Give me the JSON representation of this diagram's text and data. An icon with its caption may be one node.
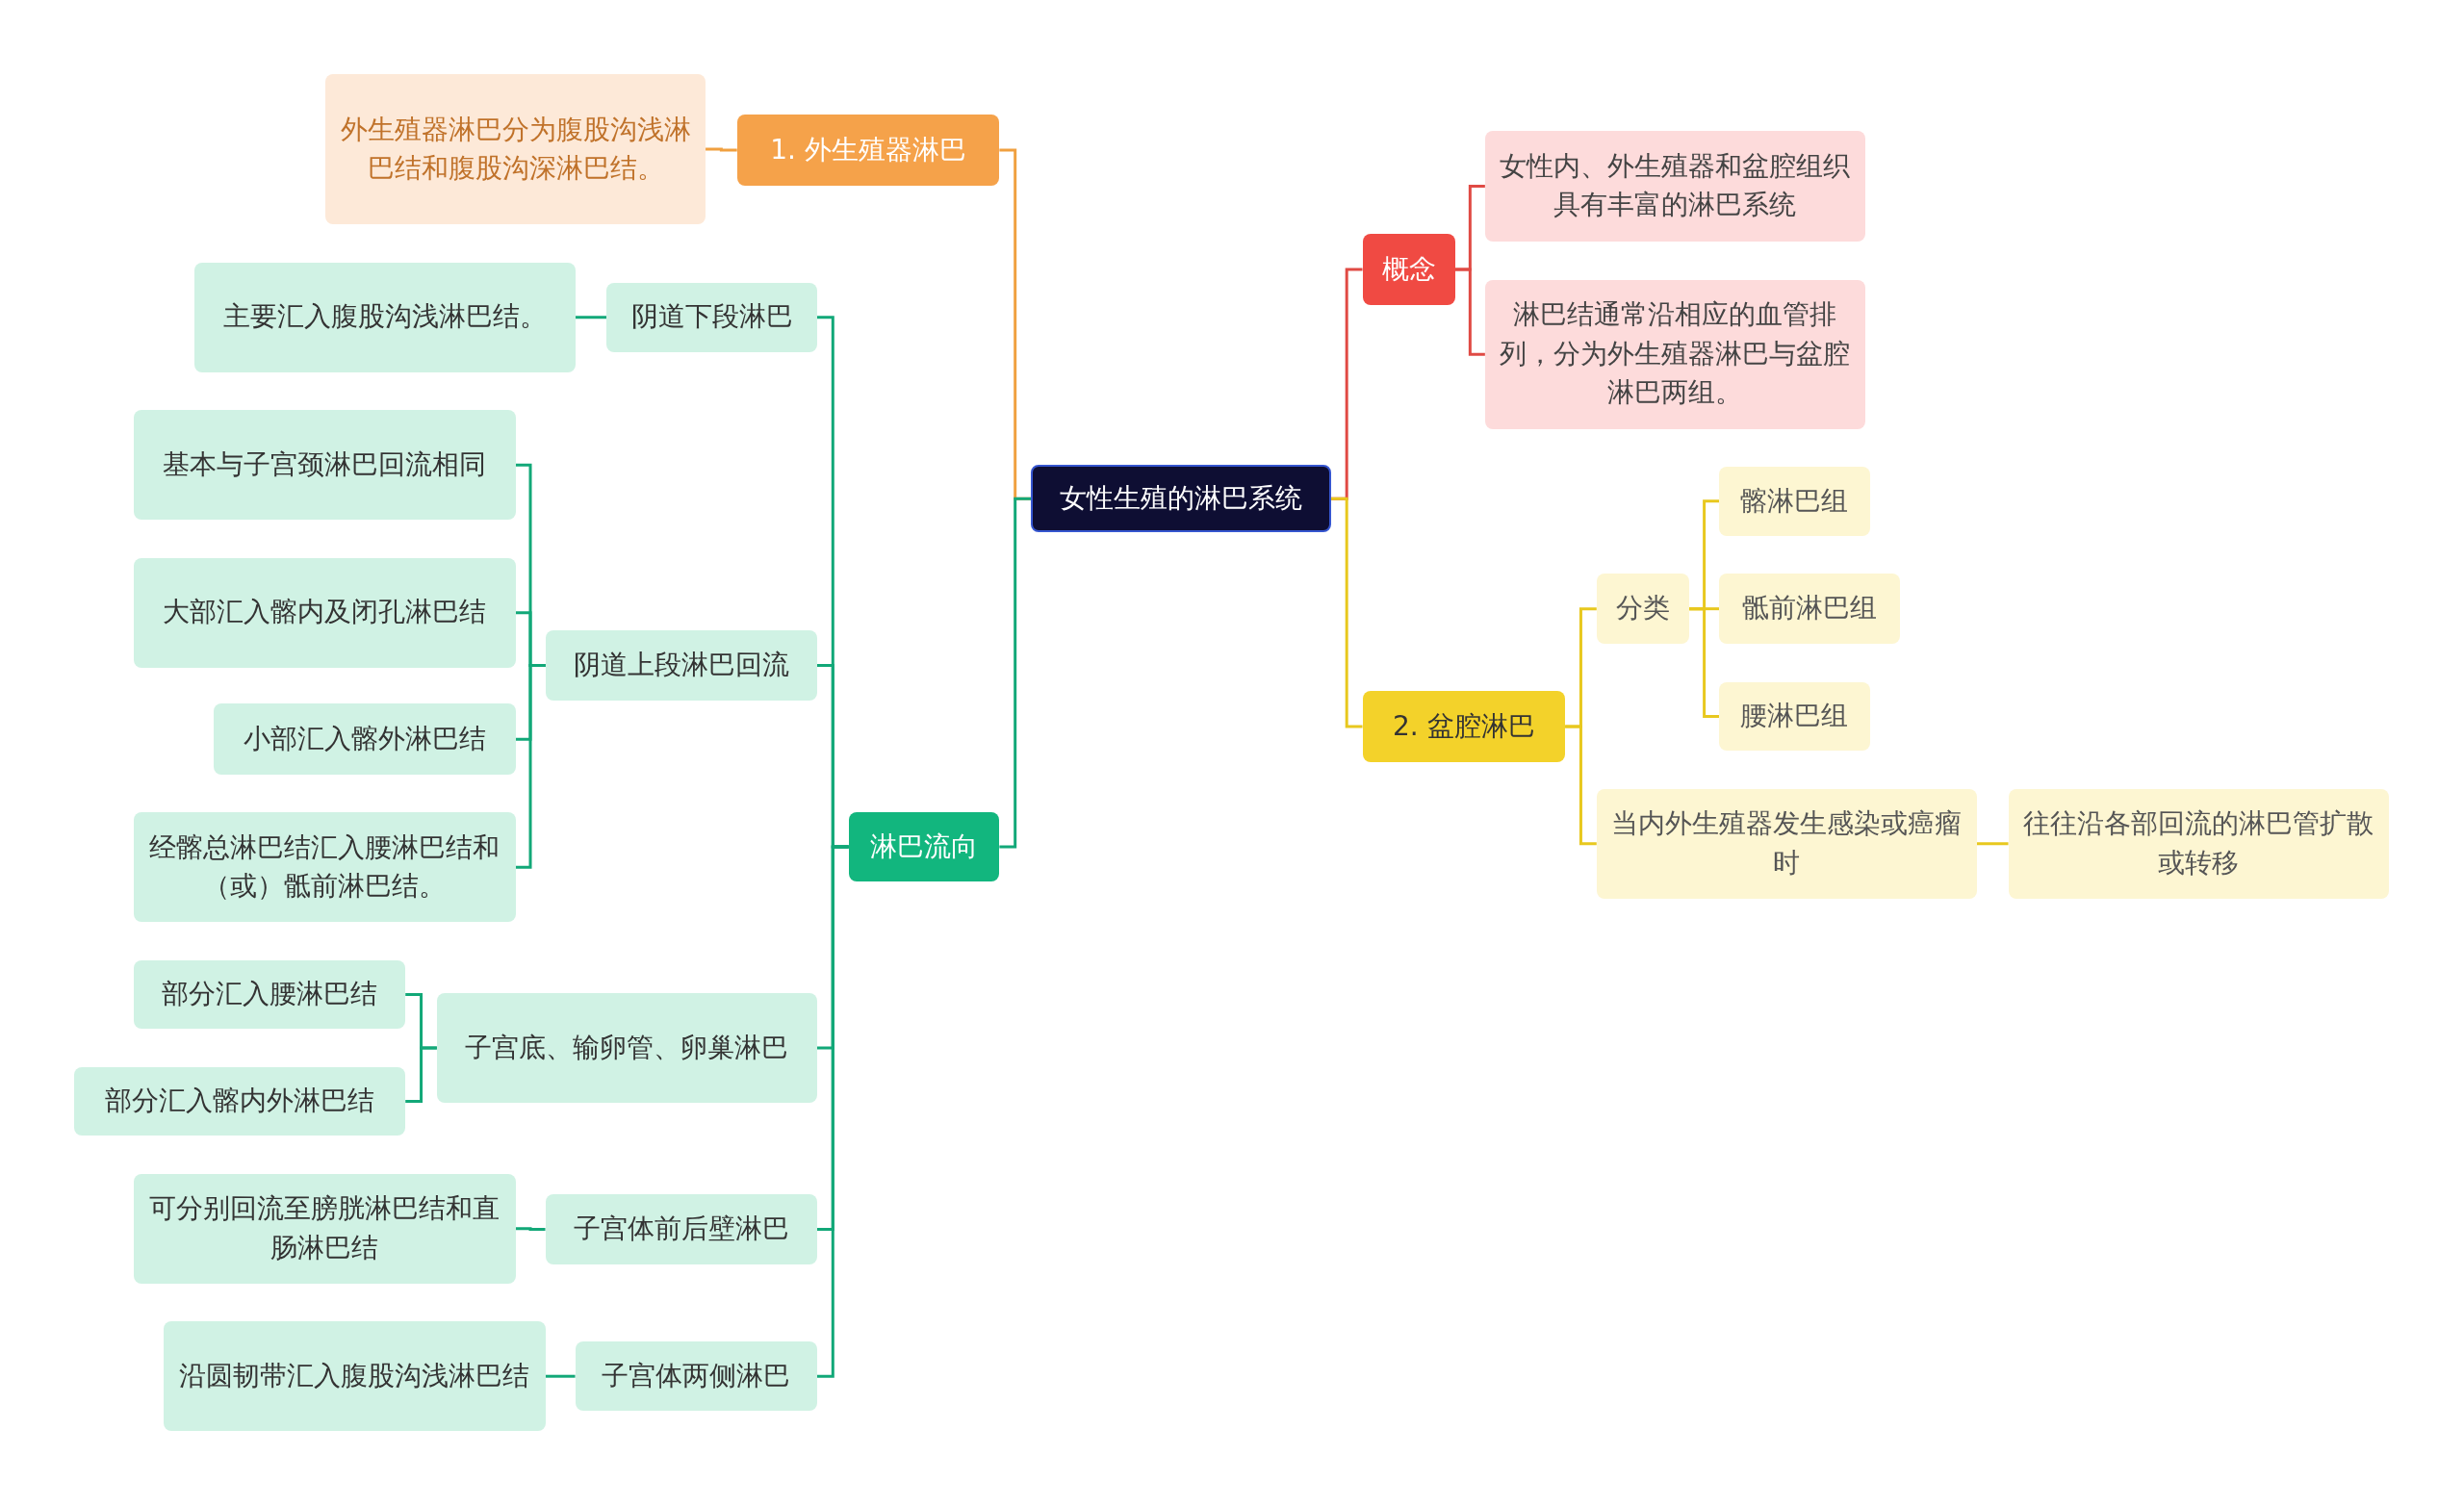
{
  "diagram": {
    "nodes": [
      {
        "text": [
          "女性生殖的淋巴系统"
        ]
      },
      {
        "text": [
          "1. 外生殖器淋巴"
        ]
      },
      {
        "text": [
          "外生殖器淋巴分为腹股沟浅淋巴结和腹股沟深淋巴结。"
        ]
      },
      {
        "text": [
          "淋巴流向"
        ]
      },
      {
        "text": [
          "阴道下段淋巴"
        ]
      },
      {
        "text": [
          "主要汇入腹股沟浅淋巴结。"
        ]
      },
      {
        "text": [
          "阴道上段淋巴回流"
        ]
      },
      {
        "text": [
          "基本与子宫颈淋巴回流相同"
        ]
      },
      {
        "text": [
          "大部汇入髂内及闭孔淋巴结"
        ]
      },
      {
        "text": [
          "小部汇入髂外淋巴结"
        ]
      },
      {
        "text": [
          "经髂总淋巴结汇入腰淋巴结和（或）骶前淋巴结。"
        ]
      },
      {
        "text": [
          "子宫底、输卵管、卵巢淋巴"
        ]
      },
      {
        "text": [
          "部分汇入腰淋巴结"
        ]
      },
      {
        "text": [
          "部分汇入髂内外淋巴结"
        ]
      },
      {
        "text": [
          "子宫体前后壁淋巴"
        ]
      },
      {
        "text": [
          "可分别回流至膀胱淋巴结和直肠淋巴结"
        ]
      },
      {
        "text": [
          "子宫体两侧淋巴"
        ]
      },
      {
        "text": [
          "沿圆韧带汇入腹股沟浅淋巴结"
        ]
      },
      {
        "text": [
          "概念"
        ]
      },
      {
        "text": [
          "女性内、外生殖器和盆腔组织具有丰富的淋巴系统"
        ]
      },
      {
        "text": [
          "淋巴结通常沿相应的血管排列，分为外生殖器淋巴与盆腔淋巴两组。"
        ]
      },
      {
        "text": [
          "2. 盆腔淋巴"
        ]
      },
      {
        "text": [
          "分类"
        ]
      },
      {
        "text": [
          "髂淋巴组"
        ]
      },
      {
        "text": [
          "骶前淋巴组"
        ]
      },
      {
        "text": [
          "腰淋巴组"
        ]
      },
      {
        "text": [
          "当内外生殖器发生感染或癌瘤时"
        ]
      },
      {
        "text": [
          "往往沿各部回流的淋巴管扩散或转移"
        ]
      }
    ],
    "edges": [
      {
        "from": 0,
        "to": 1,
        "arrow": "none",
        "color": "#f0a040"
      },
      {
        "from": 1,
        "to": 2,
        "arrow": "none",
        "color": "#f0a040"
      },
      {
        "from": 0,
        "to": 3,
        "arrow": "none"
      },
      {
        "from": 3,
        "to": 4,
        "arrow": "none"
      },
      {
        "from": 4,
        "to": 5,
        "arrow": "none"
      },
      {
        "from": 3,
        "to": 6,
        "arrow": "none"
      },
      {
        "from": 6,
        "to": 7,
        "arrow": "none"
      },
      {
        "from": 6,
        "to": 8,
        "arrow": "none"
      },
      {
        "from": 6,
        "to": 9,
        "arrow": "none"
      },
      {
        "from": 6,
        "to": 10,
        "arrow": "none"
      },
      {
        "from": 3,
        "to": 11,
        "arrow": "none"
      },
      {
        "from": 11,
        "to": 12,
        "arrow": "none"
      },
      {
        "from": 11,
        "to": 13,
        "arrow": "none"
      },
      {
        "from": 3,
        "to": 14,
        "arrow": "none"
      },
      {
        "from": 14,
        "to": 15,
        "arrow": "none"
      },
      {
        "from": 3,
        "to": 16,
        "arrow": "none"
      },
      {
        "from": 16,
        "to": 17,
        "arrow": "none"
      },
      {
        "from": 0,
        "to": 18,
        "arrow": "none",
        "color": "#e04a44"
      },
      {
        "from": 18,
        "to": 19,
        "arrow": "none",
        "color": "#e04a44"
      },
      {
        "from": 18,
        "to": 20,
        "arrow": "none",
        "color": "#e04a44"
      },
      {
        "from": 0,
        "to": 21,
        "arrow": "none",
        "color": "#e8c81e"
      },
      {
        "from": 21,
        "to": 22,
        "arrow": "none",
        "color": "#e8c81e"
      },
      {
        "from": 22,
        "to": 23,
        "arrow": "none",
        "color": "#e8c81e"
      },
      {
        "from": 22,
        "to": 24,
        "arrow": "none",
        "color": "#e8c81e"
      },
      {
        "from": 22,
        "to": 25,
        "arrow": "none",
        "color": "#e8c81e"
      },
      {
        "from": 21,
        "to": 26,
        "arrow": "none",
        "color": "#e8c81e"
      },
      {
        "from": 26,
        "to": 27,
        "arrow": "none",
        "color": "#e8c81e"
      }
    ]
  }
}
